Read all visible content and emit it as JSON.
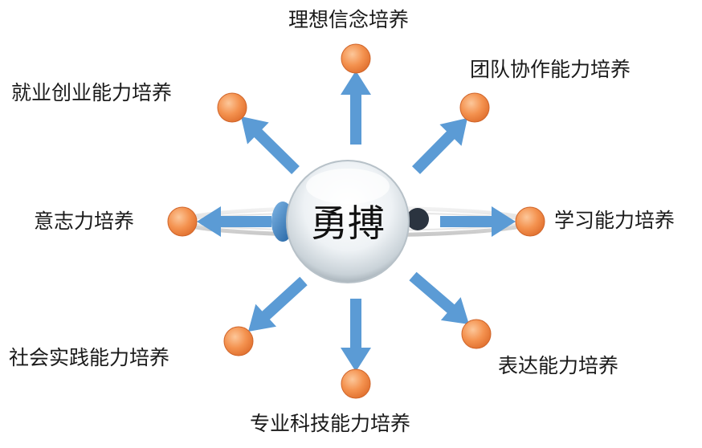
{
  "center": {
    "label": "勇搏"
  },
  "nodes": [
    {
      "id": "top",
      "label": "理想信念培养"
    },
    {
      "id": "top-right",
      "label": "团队协作能力培养"
    },
    {
      "id": "right",
      "label": "学习能力培养"
    },
    {
      "id": "bottom-right",
      "label": "表达能力培养"
    },
    {
      "id": "bottom",
      "label": "专业科技能力培养"
    },
    {
      "id": "bottom-left",
      "label": "社会实践能力培养"
    },
    {
      "id": "left",
      "label": "意志力培养"
    },
    {
      "id": "top-left",
      "label": "就业创业能力培养"
    }
  ],
  "colors": {
    "arrow": "#5b9bd5",
    "node_fill": "#f08a4b",
    "node_edge": "#d0652a",
    "ring": "#d9d9d9"
  }
}
